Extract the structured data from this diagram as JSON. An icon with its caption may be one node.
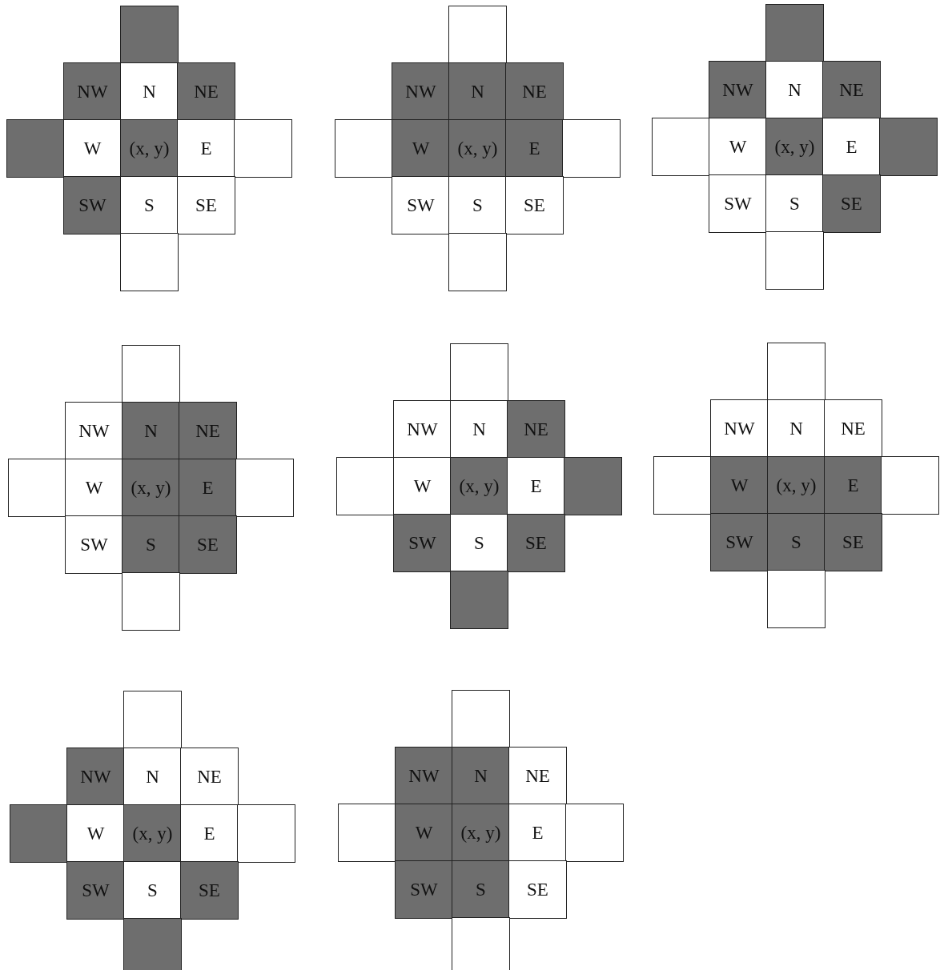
{
  "diagram": {
    "nodes": [
      {
        "text": [],
        "shape": "box"
      },
      {
        "text": [
          "NW"
        ]
      },
      {
        "text": [
          "N"
        ]
      },
      {
        "text": [
          "NE"
        ]
      },
      {
        "text": [],
        "shape": "box"
      },
      {
        "text": [
          "W"
        ]
      },
      {
        "text": [
          "(x, y)"
        ]
      },
      {
        "text": [
          "E"
        ]
      },
      {
        "text": [],
        "shape": "box"
      },
      {
        "text": [
          "SW"
        ]
      },
      {
        "text": [
          "S"
        ]
      },
      {
        "text": [
          "SE"
        ]
      },
      {
        "text": [],
        "shape": "box"
      },
      {
        "text": [],
        "shape": "box"
      },
      {
        "text": [
          "NW"
        ]
      },
      {
        "text": [
          "N"
        ]
      },
      {
        "text": [
          "NE"
        ]
      },
      {
        "text": [],
        "shape": "box"
      },
      {
        "text": [
          "W"
        ]
      },
      {
        "text": [
          "(x, y)"
        ]
      },
      {
        "text": [
          "E"
        ]
      },
      {
        "text": [],
        "shape": "box"
      },
      {
        "text": [
          "SW"
        ]
      },
      {
        "text": [
          "S"
        ]
      },
      {
        "text": [
          "SE"
        ]
      },
      {
        "text": [],
        "shape": "box"
      },
      {
        "text": [],
        "shape": "box"
      },
      {
        "text": [
          "NW"
        ]
      },
      {
        "text": [
          "N"
        ]
      },
      {
        "text": [
          "NE"
        ]
      },
      {
        "text": [],
        "shape": "box"
      },
      {
        "text": [
          "W"
        ]
      },
      {
        "text": [
          "(x, y)"
        ]
      },
      {
        "text": [
          "E"
        ]
      },
      {
        "text": [],
        "shape": "box"
      },
      {
        "text": [
          "SW"
        ]
      },
      {
        "text": [
          "S"
        ]
      },
      {
        "text": [
          "SE"
        ]
      },
      {
        "text": [],
        "shape": "box"
      },
      {
        "text": [],
        "shape": "box"
      },
      {
        "text": [
          "NW"
        ]
      },
      {
        "text": [
          "N"
        ]
      },
      {
        "text": [
          "NE"
        ]
      },
      {
        "text": [],
        "shape": "box"
      },
      {
        "text": [
          "W"
        ]
      },
      {
        "text": [
          "(x, y)"
        ]
      },
      {
        "text": [
          "E"
        ]
      },
      {
        "text": [],
        "shape": "box"
      },
      {
        "text": [
          "SW"
        ]
      },
      {
        "text": [
          "S"
        ]
      },
      {
        "text": [
          "SE"
        ]
      },
      {
        "text": [],
        "shape": "box"
      },
      {
        "text": [],
        "shape": "box"
      },
      {
        "text": [
          "NW"
        ]
      },
      {
        "text": [
          "N"
        ]
      },
      {
        "text": [
          "NE"
        ]
      },
      {
        "text": [],
        "shape": "box"
      },
      {
        "text": [
          "W"
        ]
      },
      {
        "text": [
          "(x, y)"
        ]
      },
      {
        "text": [
          "E"
        ]
      },
      {
        "text": [],
        "shape": "box"
      },
      {
        "text": [
          "SW"
        ]
      },
      {
        "text": [
          "S"
        ]
      },
      {
        "text": [
          "SE"
        ]
      },
      {
        "text": [],
        "shape": "box"
      },
      {
        "text": [],
        "shape": "box"
      },
      {
        "text": [
          "NW"
        ]
      },
      {
        "text": [
          "N"
        ]
      },
      {
        "text": [
          "NE"
        ]
      },
      {
        "text": [],
        "shape": "box"
      },
      {
        "text": [
          "W"
        ]
      },
      {
        "text": [
          "(x, y)"
        ]
      },
      {
        "text": [
          "E"
        ]
      },
      {
        "text": [],
        "shape": "box"
      },
      {
        "text": [
          "SW"
        ]
      },
      {
        "text": [
          "S"
        ]
      },
      {
        "text": [
          "SE"
        ]
      },
      {
        "text": [],
        "shape": "box"
      },
      {
        "text": [],
        "shape": "box"
      },
      {
        "text": [
          "NW"
        ]
      },
      {
        "text": [
          "N"
        ]
      },
      {
        "text": [
          "NE"
        ]
      },
      {
        "text": [],
        "shape": "box"
      },
      {
        "text": [
          "W"
        ]
      },
      {
        "text": [
          "(x, y)"
        ]
      },
      {
        "text": [
          "E"
        ]
      },
      {
        "text": [],
        "shape": "box"
      },
      {
        "text": [
          "SW"
        ]
      },
      {
        "text": [
          "S"
        ]
      },
      {
        "text": [
          "SE"
        ]
      },
      {
        "text": [],
        "shape": "box"
      },
      {
        "text": [],
        "shape": "box"
      },
      {
        "text": [
          "NW"
        ]
      },
      {
        "text": [
          "N"
        ]
      },
      {
        "text": [
          "NE"
        ]
      },
      {
        "text": [],
        "shape": "box"
      },
      {
        "text": [
          "W"
        ]
      },
      {
        "text": [
          "(x, y)"
        ]
      },
      {
        "text": [
          "E"
        ]
      },
      {
        "text": [],
        "shape": "box"
      },
      {
        "text": [
          "SW"
        ]
      },
      {
        "text": [
          "S"
        ]
      },
      {
        "text": [
          "SE"
        ]
      },
      {
        "text": [],
        "shape": "box"
      }
    ]
  }
}
